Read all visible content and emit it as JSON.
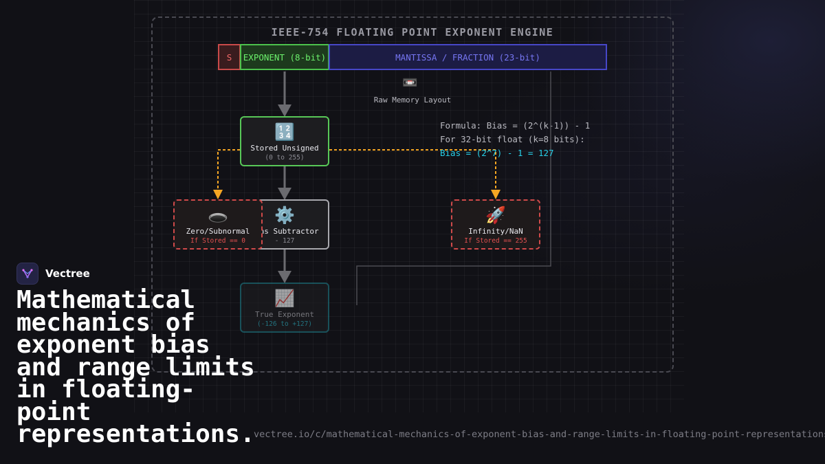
{
  "diagram": {
    "title": "IEEE-754 FLOATING POINT EXPONENT ENGINE",
    "bits": {
      "sign": "S",
      "exponent": "EXPONENT (8-bit)",
      "mantissa": "MANTISSA / FRACTION (23-bit)"
    },
    "memory_icon": "videocassette-icon",
    "memory_label": "Raw Memory Layout",
    "formula": {
      "line1": "Formula: Bias = (2^(k-1)) - 1",
      "line2": "For 32-bit float (k=8 bits):",
      "line3": "Bias = (2^7) - 1 = 127"
    },
    "nodes": {
      "stored": {
        "icon": "🔢",
        "label": "Stored Unsigned",
        "sub": "(0 to 255)"
      },
      "subtractor": {
        "icon": "⚙️",
        "label": "Bias Subtractor",
        "sub": "- 127"
      },
      "true_exp": {
        "icon": "📈",
        "label": "True Exponent",
        "sub": "(-126 to +127)"
      },
      "zero": {
        "icon": "🕳️",
        "label": "Zero/Subnormal",
        "sub": "If Stored == 0"
      },
      "inf": {
        "icon": "🚀",
        "label": "Infinity/NaN",
        "sub": "If Stored == 255"
      }
    },
    "colors": {
      "sign": "#c94a4a",
      "exponent": "#4cc24c",
      "mantissa": "#4747c8",
      "special_path": "#f5a623",
      "formula_highlight": "#27d0e8"
    }
  },
  "brand": {
    "name": "Vectree",
    "logo_icon": "vectree-logo-icon"
  },
  "headline": "Mathematical mechanics of exponent bias and range limits in floating-point representations.",
  "url": "vectree.io/c/mathematical-mechanics-of-exponent-bias-and-range-limits-in-floating-point-representations"
}
